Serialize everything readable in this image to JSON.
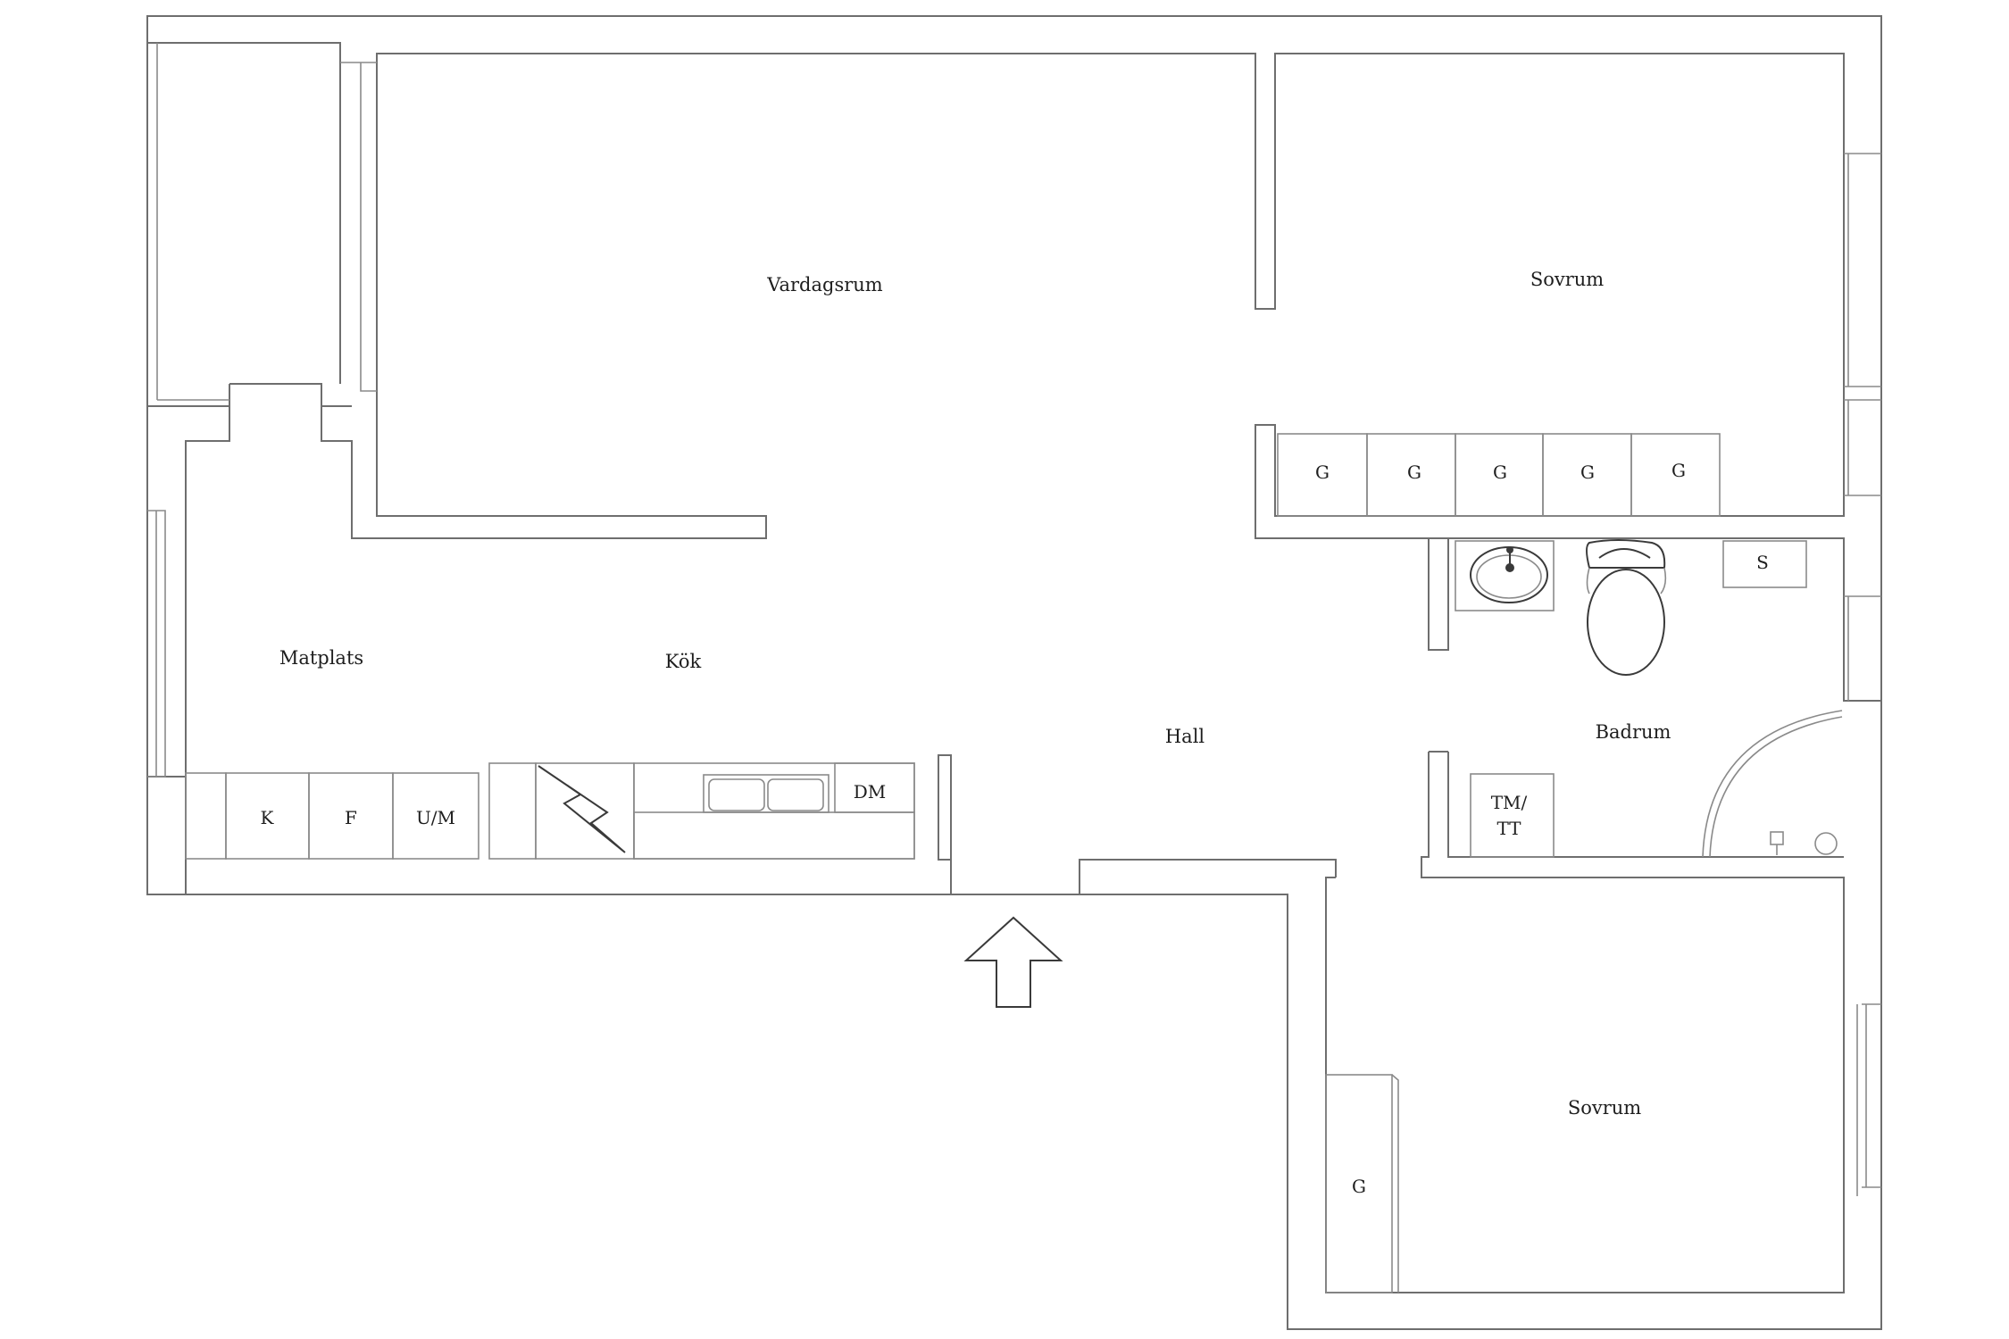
{
  "plan": {
    "rooms": {
      "vardagsrum": "Vardagsrum",
      "sovrum_top": "Sovrum",
      "matplats": "Matplats",
      "kok": "Kök",
      "hall": "Hall",
      "badrum": "Badrum",
      "sovrum_bottom": "Sovrum"
    },
    "fixtures": {
      "wardrobe_1": "G",
      "wardrobe_2": "G",
      "wardrobe_3": "G",
      "wardrobe_4": "G",
      "wardrobe_5": "G",
      "wardrobe_bedroom": "G",
      "kyl": "K",
      "frys": "F",
      "ugn_mikro": "U/M",
      "diskmaskin": "DM",
      "storage_s": "S",
      "washer_line1": "TM/",
      "washer_line2": "TT"
    }
  }
}
